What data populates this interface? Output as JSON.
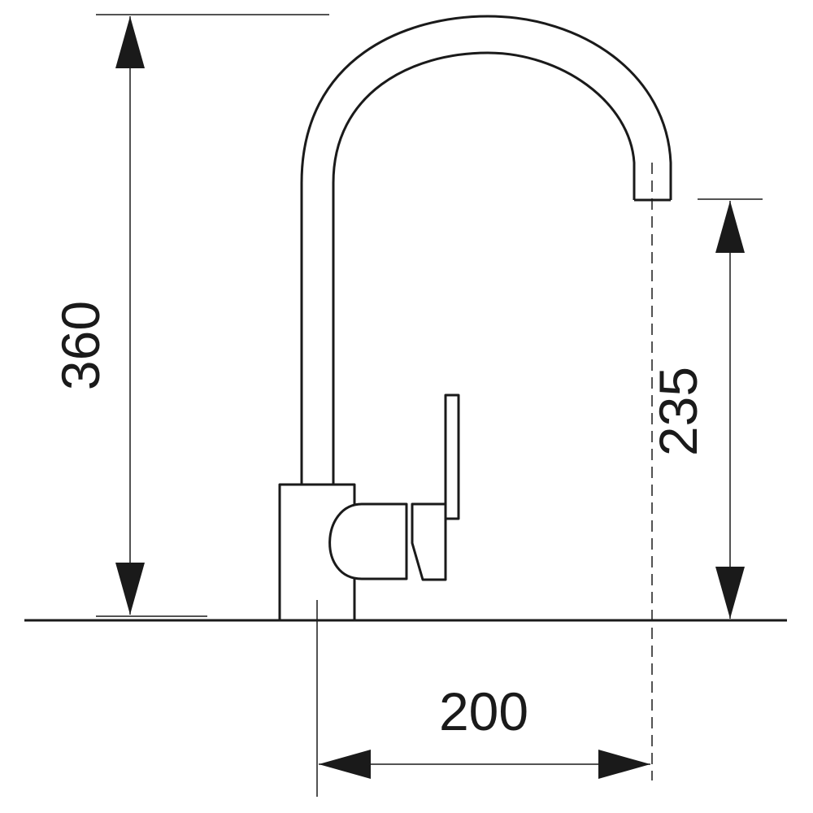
{
  "dimensions": {
    "total_height": "360",
    "spout_height": "235",
    "reach": "200"
  },
  "colors": {
    "line": "#1a1a1a",
    "background": "#ffffff"
  }
}
